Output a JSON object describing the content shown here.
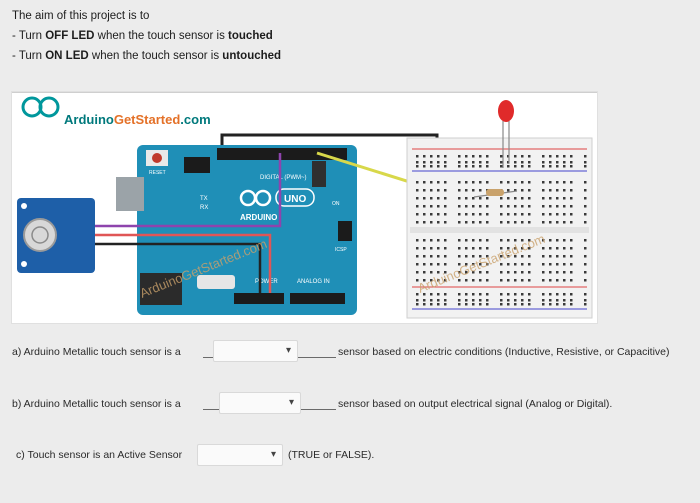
{
  "intro": {
    "line1": "The aim of this project is to",
    "line2_pre": "- Turn ",
    "line2_bold1": "OFF LED",
    "line2_mid": " when the touch sensor is ",
    "line2_bold2": "touched",
    "line3_pre": "- Turn ",
    "line3_bold1": "ON LED",
    "line3_mid": " when the touch sensor is ",
    "line3_bold2": "untouched"
  },
  "figure": {
    "logo_text_a": "Arduino",
    "logo_text_b": "GetStarted",
    "logo_text_c": ".com",
    "board_label": "ARDUINO",
    "uno_label": "UNO",
    "reset_label": "RESET",
    "digital_label": "DIGITAL (PWM~)",
    "analog_label": "ANALOG IN",
    "power_label": "POWER",
    "icsp_label": "ICSP",
    "tx_label": "TX",
    "rx_label": "RX",
    "on_label": "ON",
    "watermark_1": "ArduinoGetStarted.com",
    "watermark_2": "ArduinoGetStarted.com"
  },
  "questions": {
    "a_label": "a) Arduino Metallic touch sensor is a",
    "a_after": "sensor based on electric conditions (Inductive, Resistive, or Capacitive)",
    "b_label": "b) Arduino Metallic touch sensor is a",
    "b_after": "sensor based on output electrical signal (Analog or Digital).",
    "c_label": "c) Touch sensor is an Active Sensor",
    "c_after": "(TRUE or FALSE).",
    "a_value": "",
    "b_value": "",
    "c_value": ""
  },
  "colors": {
    "arduino_blue": "#1f8fb7",
    "logo_teal": "#00979c",
    "logo_orange": "#e47128"
  },
  "icons": {
    "select_chevron": "▾"
  }
}
